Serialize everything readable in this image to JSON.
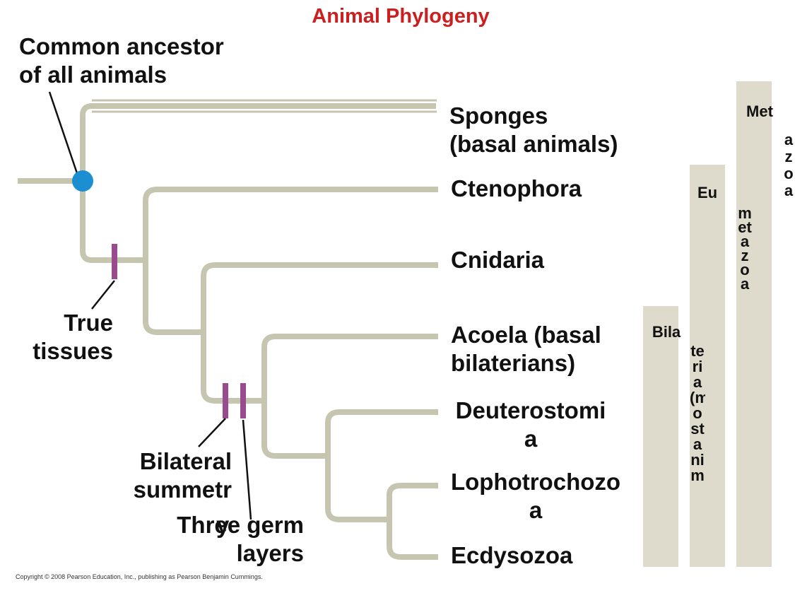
{
  "title": "Animal Phylogeny",
  "annotations": {
    "common_ancestor": [
      "Common ancestor",
      "of all animals"
    ],
    "true_tissues": [
      "True",
      "tissues"
    ],
    "bilateral_symmetry": [
      "Bilateral",
      "summetr",
      "y"
    ],
    "three_germ_layers": [
      "Three germ",
      "layers"
    ]
  },
  "taxa": {
    "sponges": [
      "Sponges",
      "(basal animals)"
    ],
    "ctenophora": "Ctenophora",
    "cnidaria": "Cnidaria",
    "acoela": [
      "Acoela (basal",
      "bilaterians)"
    ],
    "deuterostomia": [
      "Deuterostomi",
      "a"
    ],
    "lophotrochozoa": [
      "Lophotrochozo",
      "a"
    ],
    "ecdysozoa": "Ecdysozoa"
  },
  "groups": {
    "metazoa": {
      "head": "Met",
      "tail": "azoa"
    },
    "eumetazoa": {
      "head": "Eu",
      "tail": "metazoa"
    },
    "bilateria": {
      "head": "Bila",
      "tail": "teria(mostanim"
    }
  },
  "copyright": "Copyright © 2008 Pearson Education, Inc., publishing as Pearson Benjamin Cummings.",
  "colors": {
    "branch": "#c5c5b0",
    "ancestor_node": "#1b8fd2",
    "trait_marker": "#9a4a8f",
    "group_band": "#dedbcd",
    "title": "#cc1f1f"
  }
}
